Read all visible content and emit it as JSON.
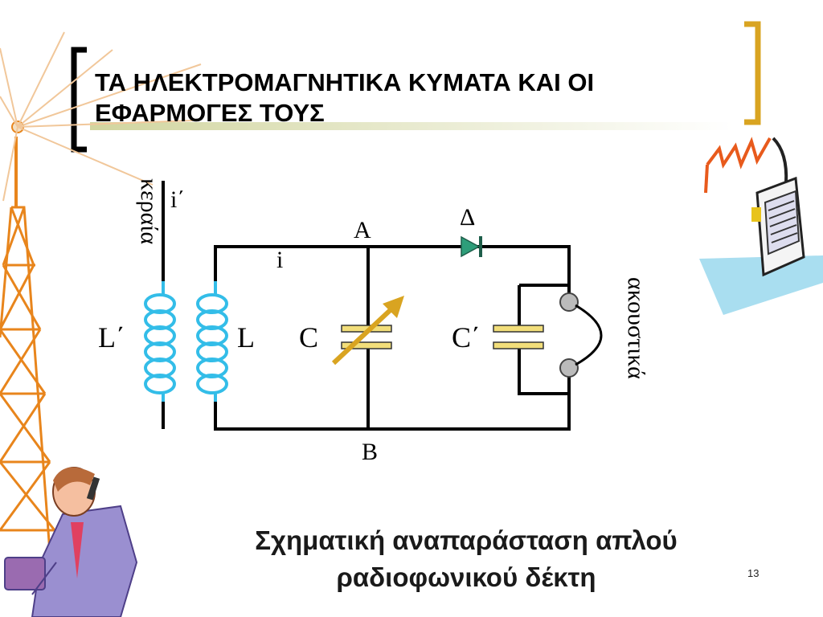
{
  "slide": {
    "title_line1": "ΤΑ ΗΛΕΚΤΡΟΜΑΓΝΗΤΙΚΑ ΚΥΜΑΤΑ ΚΑΙ ΟΙ",
    "title_line2": "ΕΦΑΡΜΟΓΕΣ ΤΟΥΣ",
    "caption_line1": "Σχηματική αναπαράσταση απλού",
    "caption_line2": "ραδιοφωνικού δέκτη",
    "page_number": "13"
  },
  "diagram": {
    "antenna_label": "κεραία",
    "antenna_current": "i΄",
    "circuit_current": "i",
    "node_top": "A",
    "node_bottom": "B",
    "diode_label": "Δ",
    "primary_coil_label": "L΄",
    "secondary_coil_label": "L",
    "variable_capacitor_label": "C",
    "fixed_capacitor_label": "C΄",
    "headphones_label": "ακουστικά"
  },
  "colors": {
    "coil": "#33bde8",
    "capacitor_plate": "#f2de7a",
    "arrow": "#d9a421",
    "diode": "#2e9e7a",
    "tower": "#e8851c",
    "bracket": "#d9a421",
    "title_rule": "#cfd39a",
    "bolt": "#e85a1c",
    "radio_beam": "#a9def0"
  }
}
